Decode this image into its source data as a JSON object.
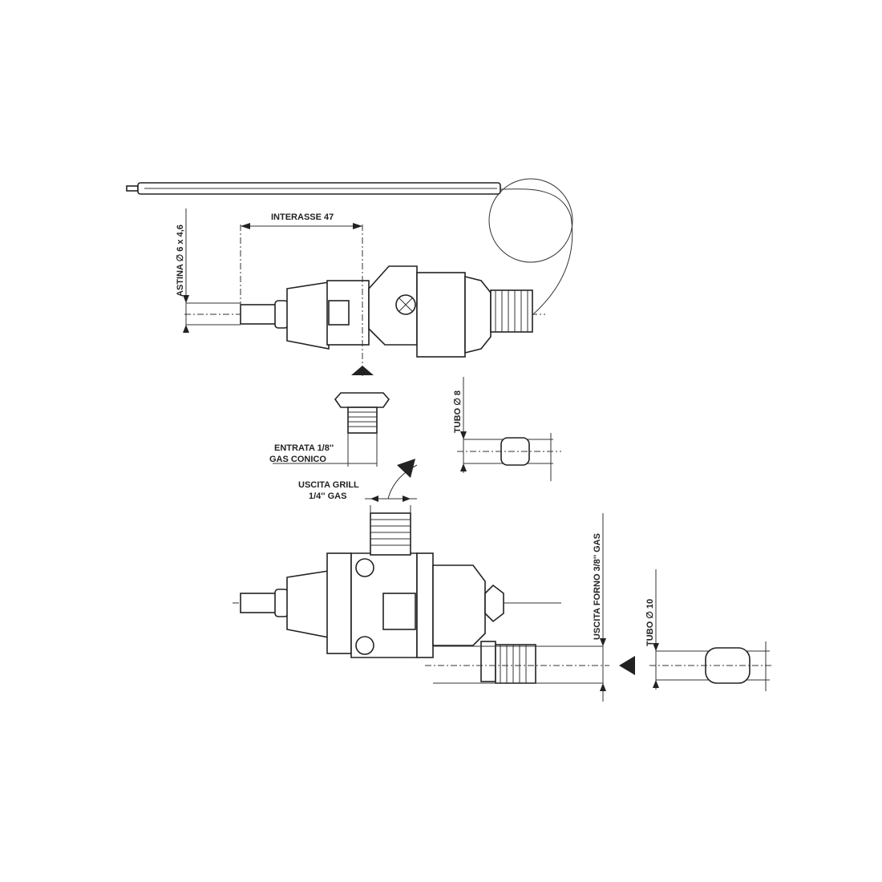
{
  "labels": {
    "interasse": "INTERASSE 47",
    "astina": "ASTINA ∅ 6 x 4,6",
    "tubo8": "TUBO ∅ 8",
    "entrata_line1": "ENTRATA 1/8''",
    "entrata_line2": "GAS CONICO",
    "uscita_grill_line1": "USCITA GRILL",
    "uscita_grill_line2": "1/4'' GAS",
    "uscita_forno": "USCITA FORNO 3/8'' GAS",
    "tubo10": "TUBO ∅ 10"
  },
  "colors": {
    "ink": "#222222",
    "background": "#ffffff"
  }
}
